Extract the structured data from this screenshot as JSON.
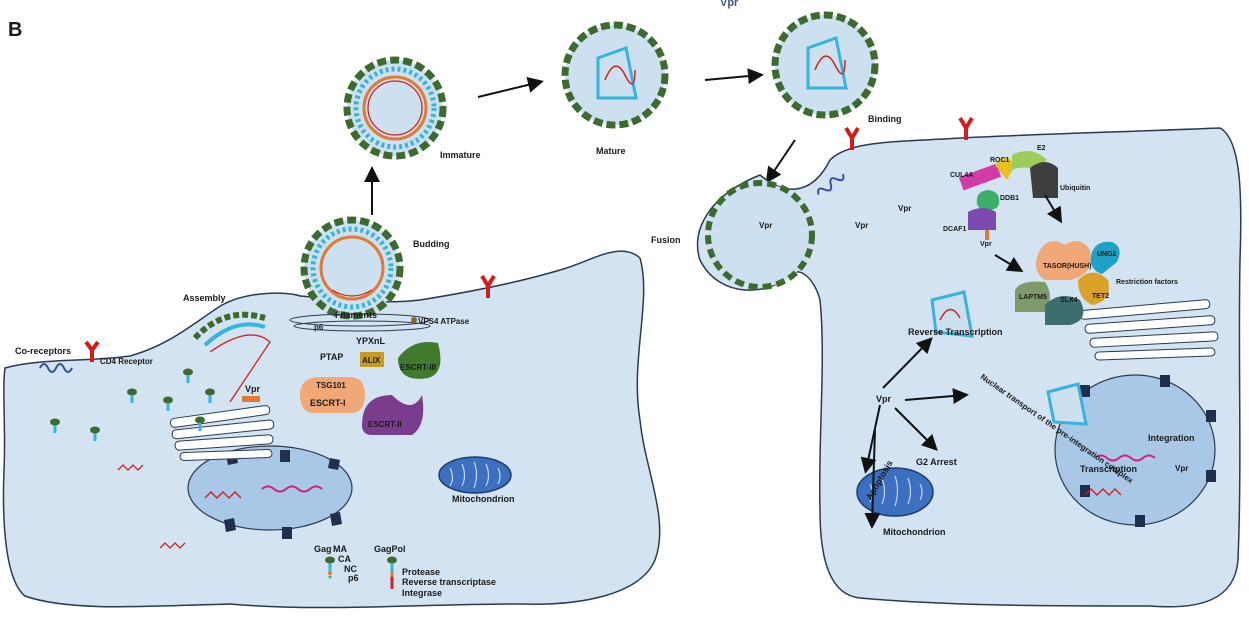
{
  "figure": {
    "panel_letter": "B",
    "top_label": "Vpr"
  },
  "labels": {
    "immature": "Immature",
    "mature": "Mature",
    "binding": "Binding",
    "budding": "Budding",
    "assembly": "Assembly",
    "fusion": "Fusion",
    "co_receptors": "Co-receptors",
    "cd4_receptor": "CD4 Receptor",
    "filaments": "Filaments",
    "p6": "p6",
    "vps4": "VPS4 ATPase",
    "ptap": "PTAP",
    "ypxnl": "YPXnL",
    "alix": "ALIX",
    "escrt3": "ESCRT-III",
    "tsg101": "TSG101",
    "escrt1": "ESCRT-I",
    "escrt2": "ESCRT-II",
    "vpr_left": "Vpr",
    "mitochondrion_left": "Mitochondrion",
    "gag": "Gag",
    "ma": "MA",
    "ca": "CA",
    "nc": "NC",
    "gag_p6": "p6",
    "gagpol": "GagPol",
    "protease": "Protease",
    "rt": "Reverse transcriptase",
    "integrase": "Integrase",
    "vpr_fusion_1": "Vpr",
    "vpr_fusion_2": "Vpr",
    "vpr_fusion_3": "Vpr",
    "cul4a": "CUL4A",
    "roc1": "ROC1",
    "e2": "E2",
    "ddb1": "DDB1",
    "ubiquitin": "Ubiquitin",
    "dcaf1": "DCAF1",
    "vpr_complex": "Vpr",
    "tasor": "TASOR(HUSH)",
    "ung2": "UNG2",
    "restriction": "Restriction factors",
    "laptm5": "LAPTM5",
    "slx4": "SLX4",
    "tet2": "TET2",
    "reverse_transcription": "Reverse Transcription",
    "nuclear_transport": "Nuclear transport of the pre-integration complex",
    "vpr_center": "Vpr",
    "g2_arrest": "G2 Arrest",
    "apoptosis": "Apoptosis",
    "mitochondrion_right": "Mitochondrion",
    "integration": "Integration",
    "transcription": "Transcription",
    "vpr_nucleus": "Vpr"
  },
  "colors": {
    "cytoplasm": "#d3e3f1",
    "cell_outline": "#2b3a4f",
    "nucleus": "#a9c7e6",
    "envelope_green": "#3d6b2f",
    "spike_purple": "#5a2e7a",
    "matrix_cyan": "#35b4dc",
    "capsid_orange": "#e07a32",
    "rna_red": "#d32020",
    "escrt3_green": "#3f7a2d",
    "escrt1_peach": "#f0a878",
    "escrt2_purple": "#7a3c8c",
    "alix_gold": "#c79a22",
    "receptor_red": "#d71a1a"
  }
}
